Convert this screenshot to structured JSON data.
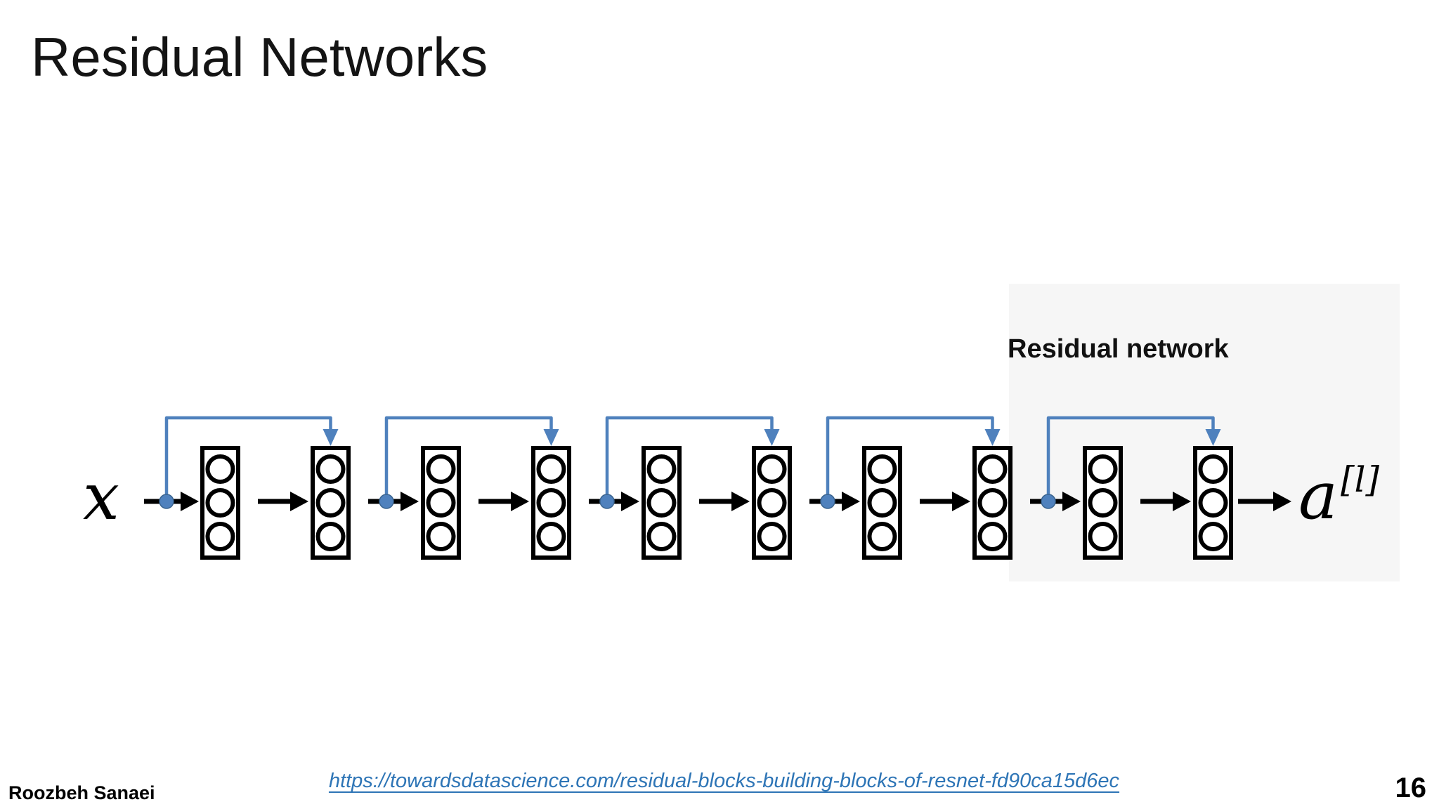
{
  "slide": {
    "title": "Residual Networks",
    "author": "Roozbeh Sanaei",
    "page_number": "16"
  },
  "diagram": {
    "caption": "Residual network",
    "input_label": "x",
    "output_base": "a",
    "output_superscript": "[l]",
    "num_blocks": 10,
    "neurons_per_block": 3,
    "num_skip_connections": 5,
    "colors": {
      "skip_connection_blue": "#4f81bd",
      "skip_dot_edge": "#3a648f",
      "line_black": "#000000",
      "block_fill": "#ffffff"
    }
  },
  "footer": {
    "source_link": "https://towardsdatascience.com/residual-blocks-building-blocks-of-resnet-fd90ca15d6ec",
    "link_color": "#2e75b6"
  }
}
